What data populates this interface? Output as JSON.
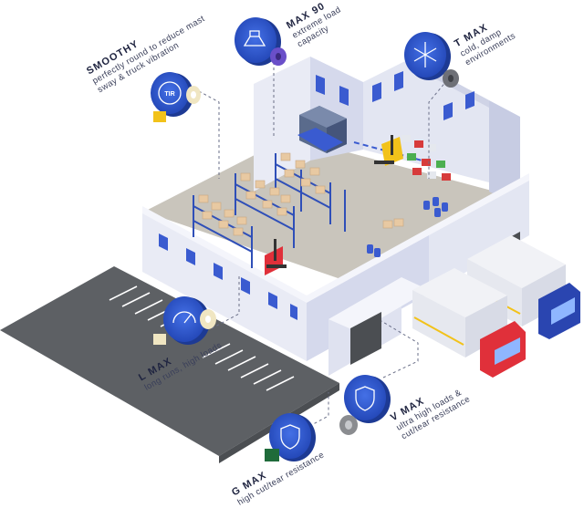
{
  "labels": {
    "smoothy": {
      "title": "SMOOTHY",
      "desc1": "perfectly round to reduce mast",
      "desc2": "sway & truck vibration"
    },
    "max90": {
      "title": "MAX 90",
      "desc1": "extreme load",
      "desc2": "capacity"
    },
    "tmax": {
      "title": "T MAX",
      "desc1": "cold, damp",
      "desc2": "environments"
    },
    "lmax": {
      "title": "L MAX",
      "desc1": "long runs, high loads"
    },
    "vmax": {
      "title": "V MAX",
      "desc1": "ultra high loads &",
      "desc2": "cut/tear resistance"
    },
    "gmax": {
      "title": "G MAX",
      "desc1": "high cut/tear resistance"
    }
  },
  "badges": {
    "smoothy_badge": "TIR"
  },
  "colors": {
    "badge_blue": "#2f56c9",
    "badge_ring": "#3f6ae0",
    "wall": "#e9ebf5",
    "wall_side": "#d5d9ec",
    "floor": "#c9c5bc",
    "parking": "#5d6064",
    "truck_red": "#e0303a",
    "truck_blue": "#2a45b0",
    "shelf_blue": "#2f4fb8",
    "box": "#e8c9a2",
    "forklift_yellow": "#f2c21a"
  },
  "icons": [
    "truck-icon",
    "box-lift-icon",
    "snowflake-icon",
    "speedometer-icon",
    "shield-icon",
    "shield-icon"
  ]
}
